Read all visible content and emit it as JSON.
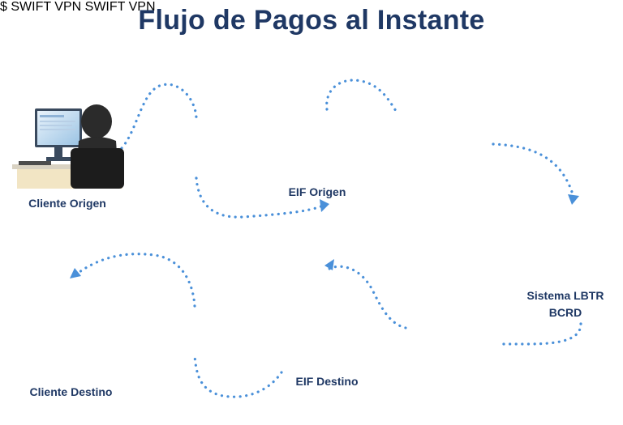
{
  "title": "Flujo de Pagos al Instante",
  "nodes": {
    "cliente_origen": "Cliente Origen",
    "eif_origen": "EIF Origen",
    "sistema_lbtr": "Sistema LBTR",
    "bcrd": "BCRD",
    "eif_destino": "EIF Destino",
    "cliente_destino": "Cliente Destino"
  },
  "network_labels": {
    "swift": "SWIFT",
    "vpn": "VPN"
  },
  "icons": [
    "wifi-cloud-icon",
    "bank-dollar-icon",
    "swift-vpn-cloud-icon",
    "central-bank-icon",
    "bank-icon",
    "computer-user-icon"
  ],
  "colors": {
    "title": "#1f3864",
    "flow": "#4a90d9",
    "wifi_cloud": "#3a8fd6",
    "swift_cloud": "#ee7d1f",
    "central_bank": "#7a6343"
  }
}
